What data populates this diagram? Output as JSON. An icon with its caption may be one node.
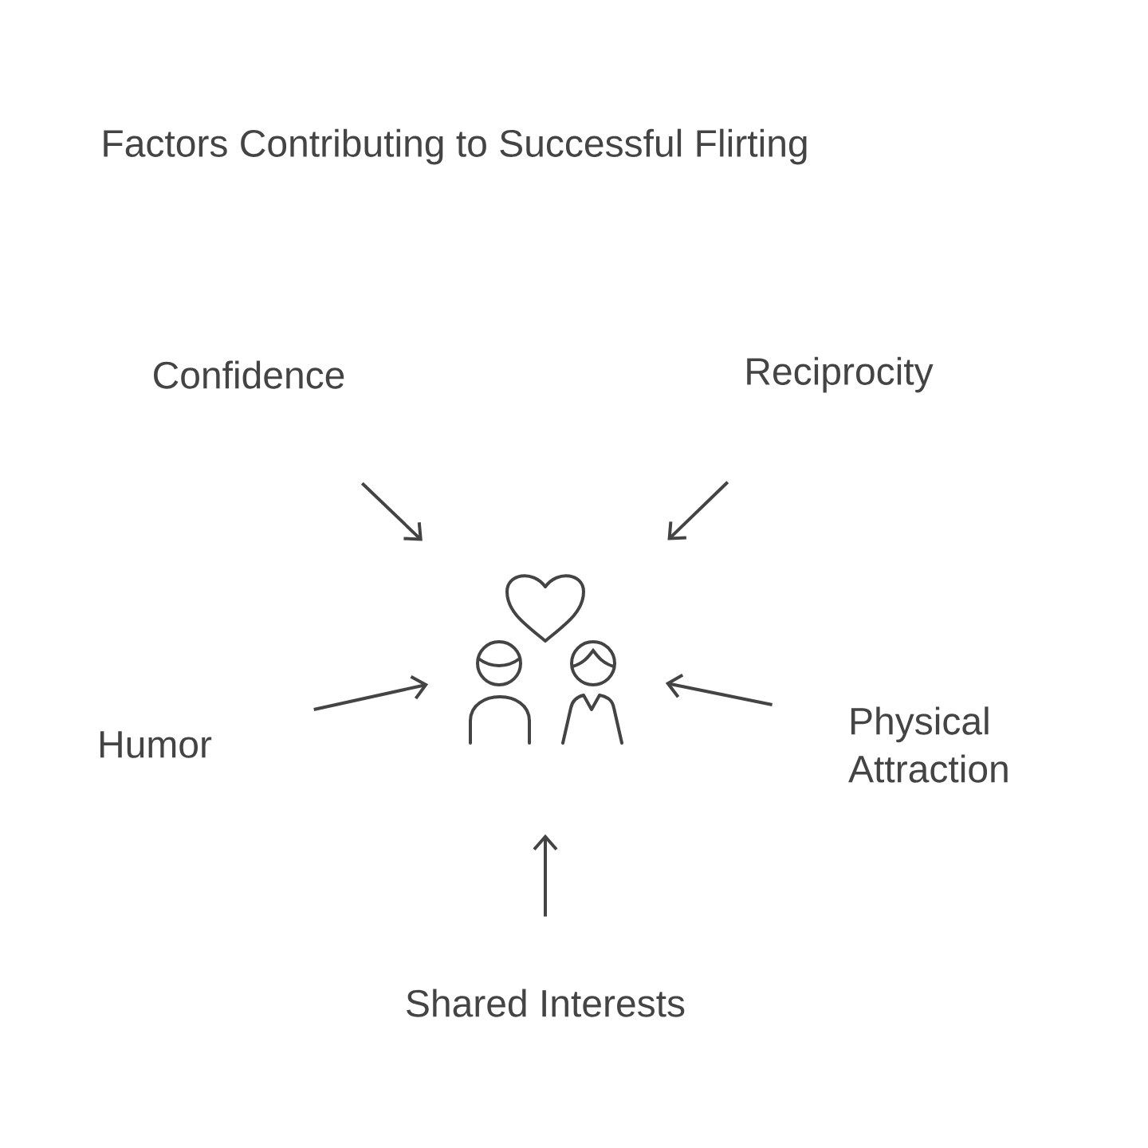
{
  "diagram": {
    "title": "Factors Contributing to Successful Flirting",
    "nodes": [
      {
        "text": [
          "Confidence"
        ]
      },
      {
        "text": [
          "Reciprocity"
        ]
      },
      {
        "text": [
          "Humor"
        ]
      },
      {
        "text": [
          "Physical Attraction"
        ]
      },
      {
        "text": [
          "Shared Interests"
        ]
      },
      {
        "text": [],
        "shape": "picture"
      }
    ],
    "edges": [
      {
        "from": 0,
        "to": 5,
        "arrow": "to"
      },
      {
        "from": 1,
        "to": 5,
        "arrow": "to"
      },
      {
        "from": 2,
        "to": 5,
        "arrow": "to"
      },
      {
        "from": 3,
        "to": 5,
        "arrow": "to"
      },
      {
        "from": 4,
        "to": 5,
        "arrow": "to"
      }
    ]
  }
}
